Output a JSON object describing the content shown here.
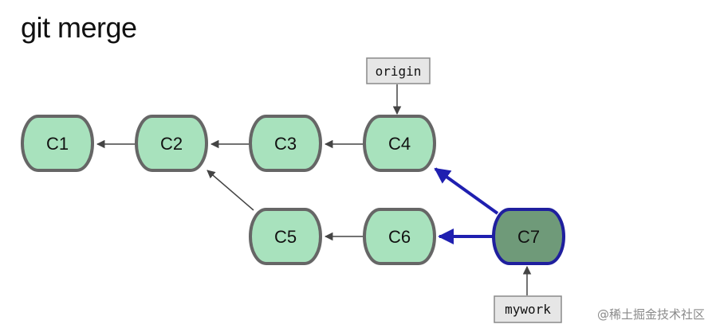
{
  "title": "git merge",
  "commits": {
    "c1": "C1",
    "c2": "C2",
    "c3": "C3",
    "c4": "C4",
    "c5": "C5",
    "c6": "C6",
    "c7": "C7"
  },
  "refs": {
    "origin": "origin",
    "mywork": "mywork"
  },
  "watermark": "@稀土掘金技术社区",
  "colors": {
    "commit_fill": "#a8e2bd",
    "commit_border": "#666666",
    "merge_fill": "#6f9a79",
    "merge_border": "#1f1f9e",
    "merge_arrow": "#1f1fb0",
    "ref_fill": "#e6e6e6",
    "arrow": "#444444"
  }
}
